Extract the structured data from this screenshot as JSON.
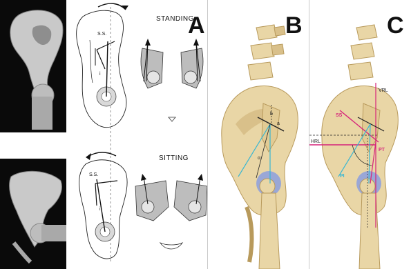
{
  "panels": {
    "A": {
      "letter": "A",
      "standing_caption": "STANDING",
      "sitting_caption": "SITTING",
      "sacral_slope_label": "S.S.",
      "incidence_label": "i"
    },
    "B": {
      "letter": "B",
      "labels": {
        "b": "b",
        "a": "a",
        "alpha": "α"
      }
    },
    "C": {
      "letter": "C",
      "labels": {
        "vrl": "VRL",
        "hrl": "HRL",
        "ss": "SS",
        "pt": "PT",
        "pi": "PI"
      }
    }
  },
  "colors": {
    "bone": "#e9d6a6",
    "bone_shadow": "#c7ad74",
    "femoral_head": "#9aa7d6",
    "pi_line": "#35b6d4",
    "ss_line": "#d6237a",
    "dark_line": "#222222"
  }
}
